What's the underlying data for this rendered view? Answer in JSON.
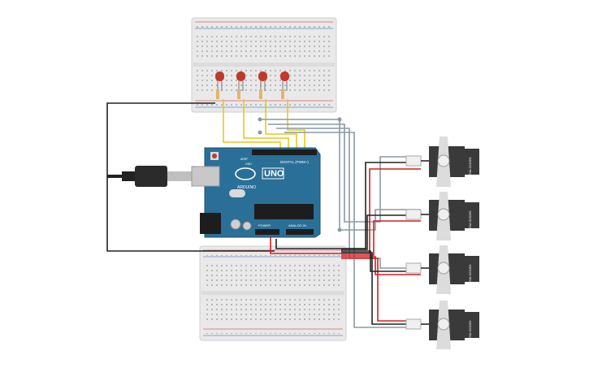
{
  "board": {
    "brand_label": "ARDUINO",
    "model_label": "UNO",
    "digital_label": "DIGITAL (PWM~)",
    "power_label": "POWER",
    "analog_label": "ANALOG IN",
    "aref_label": "AREF",
    "gnd_label": "GND"
  },
  "servos": [
    {
      "model": "SM-S2309S"
    },
    {
      "model": "SM-S2309S"
    },
    {
      "model": "SM-S2309S"
    },
    {
      "model": "SM-S2309S"
    }
  ],
  "leds": [
    {
      "color": "#c0392b"
    },
    {
      "color": "#c0392b"
    },
    {
      "color": "#c0392b"
    },
    {
      "color": "#c0392b"
    }
  ],
  "colors": {
    "board": "#2a6f97",
    "breadboard": "#e9e9e9",
    "wire_signal": "#e7c91b",
    "wire_power": "#d21f1f",
    "wire_ground": "#222222",
    "wire_gray": "#8a9aa3",
    "servo_body": "#3a3a3a"
  }
}
